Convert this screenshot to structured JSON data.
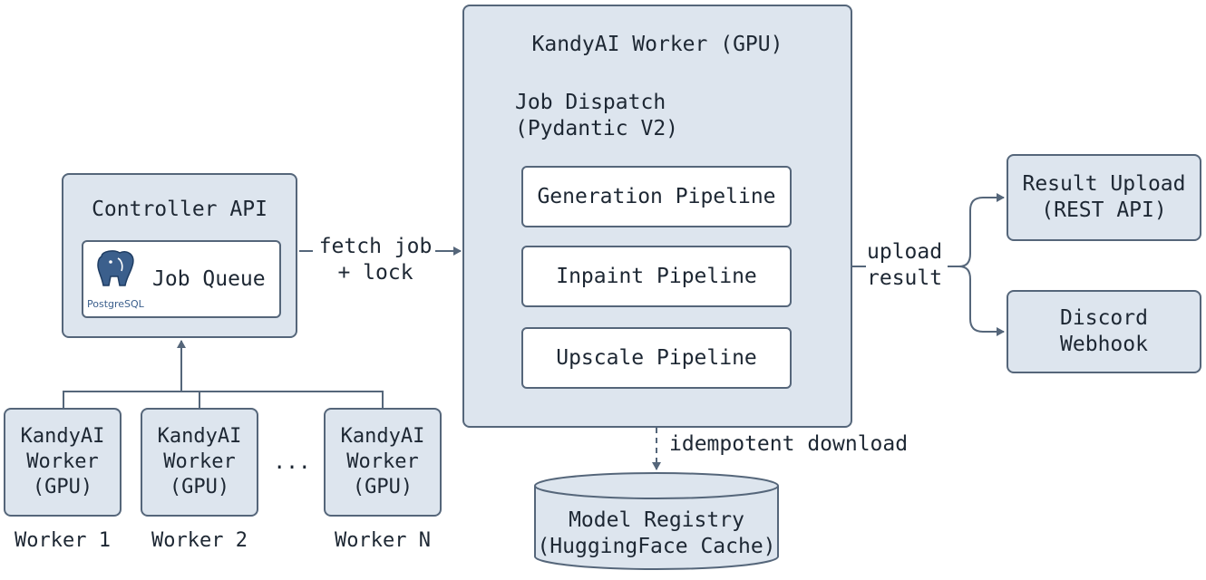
{
  "controller": {
    "title": "Controller API",
    "queue_label": "Job Queue",
    "db_logo_text": "PostgreSQL"
  },
  "workers": [
    {
      "line1": "KandyAI",
      "line2": "Worker",
      "line3": "(GPU)",
      "caption": "Worker 1"
    },
    {
      "line1": "KandyAI",
      "line2": "Worker",
      "line3": "(GPU)",
      "caption": "Worker 2"
    },
    {
      "line1": "KandyAI",
      "line2": "Worker",
      "line3": "(GPU)",
      "caption": "Worker N"
    }
  ],
  "ellipsis": "...",
  "fetch_label": {
    "line1": "fetch job",
    "line2": "+ lock"
  },
  "gpu_worker": {
    "title": "KandyAI Worker (GPU)",
    "dispatch_line1": "Job Dispatch",
    "dispatch_line2": "(Pydantic V2)",
    "pipelines": [
      "Generation Pipeline",
      "Inpaint Pipeline",
      "Upscale Pipeline"
    ]
  },
  "download_label": "idempotent download",
  "registry": {
    "line1": "Model Registry",
    "line2": "(HuggingFace Cache)"
  },
  "upload_label": {
    "line1": "upload",
    "line2": "result"
  },
  "outputs": [
    {
      "line1": "Result Upload",
      "line2": "(REST API)"
    },
    {
      "line1": "Discord",
      "line2": "Webhook"
    }
  ],
  "colors": {
    "box_fill": "#dde5ee",
    "stroke": "#55667a",
    "text": "#1d2733",
    "logo_blue": "#3b5f8c"
  }
}
